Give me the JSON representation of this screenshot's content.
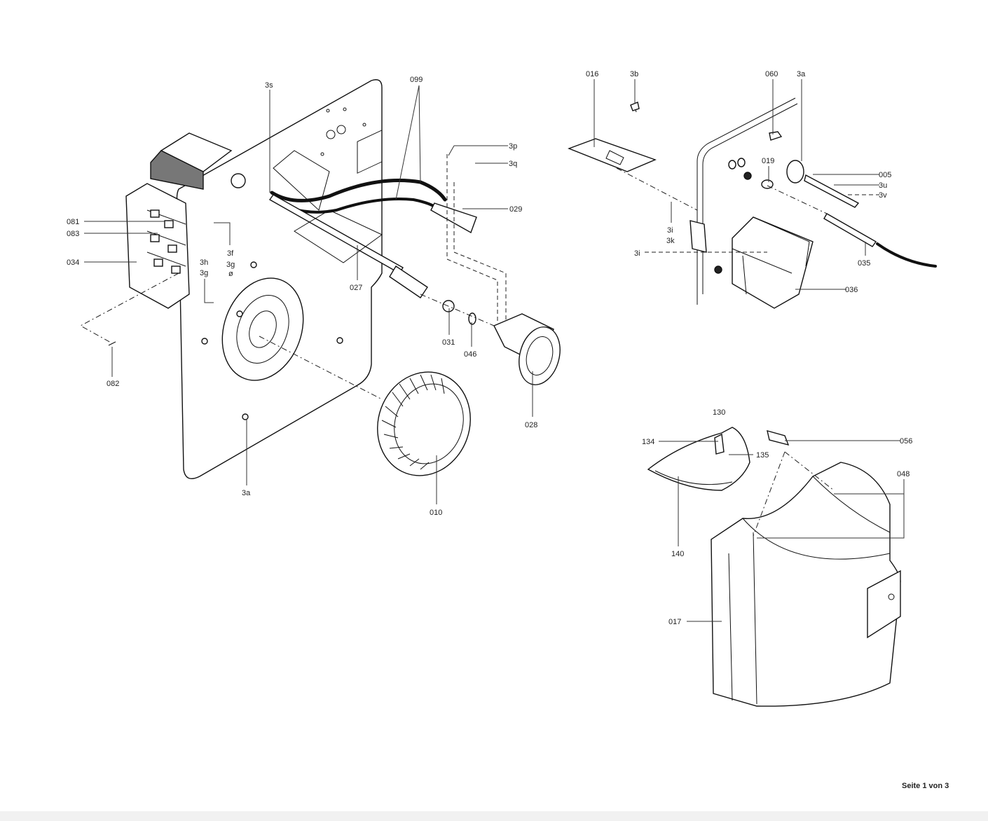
{
  "diagram": {
    "type": "exploded-parts-view",
    "burner_assembly_labels": {
      "l3s": "3s",
      "l099": "099",
      "l3p": "3p",
      "l3q": "3q",
      "l029": "029",
      "l081": "081",
      "l083": "083",
      "l034": "034",
      "l3f": "3f",
      "l3g_a": "3g",
      "l_phi": "ø",
      "l3h": "3h",
      "l3g_b": "3g",
      "l027": "027",
      "l031": "031",
      "l046": "046",
      "l082": "082",
      "l028": "028",
      "l3a": "3a",
      "l010": "010"
    },
    "control_detail_labels": {
      "l016": "016",
      "l3b": "3b",
      "l060": "060",
      "l3a": "3a",
      "l019": "019",
      "l005": "005",
      "l3u": "3u",
      "l3v": "3v",
      "l3i_a": "3i",
      "l3k": "3k",
      "l3i_b": "3i",
      "l035": "035",
      "l036": "036"
    },
    "cover_labels": {
      "l130": "130",
      "l134": "134",
      "l056": "056",
      "l135": "135",
      "l048": "048",
      "l140": "140",
      "l017": "017"
    }
  },
  "footer": {
    "page_text": "Seite 1 von 3"
  }
}
